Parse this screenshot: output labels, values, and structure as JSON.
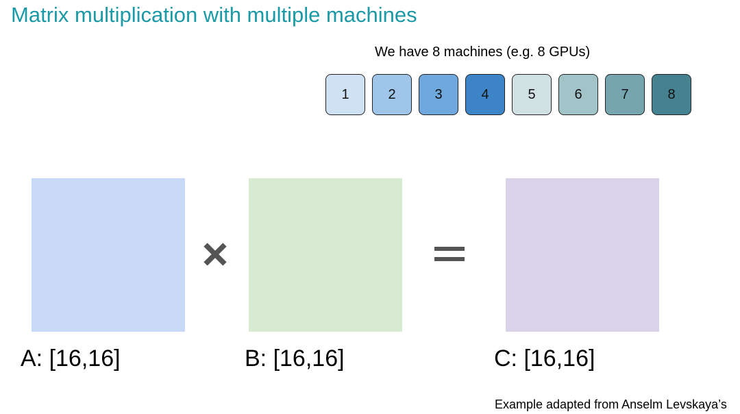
{
  "slide": {
    "title": "Matrix multiplication with multiple machines",
    "subtitle": "We have 8 machines (e.g. 8 GPUs)",
    "credit": "Example adapted from Anselm Levskaya’s"
  },
  "machines": [
    {
      "label": "1",
      "color": "#cfe2f3"
    },
    {
      "label": "2",
      "color": "#9fc5e8"
    },
    {
      "label": "3",
      "color": "#6fa8dc"
    },
    {
      "label": "4",
      "color": "#3d85c6"
    },
    {
      "label": "5",
      "color": "#d0e0e3"
    },
    {
      "label": "6",
      "color": "#a2c4c9"
    },
    {
      "label": "7",
      "color": "#76a5af"
    },
    {
      "label": "8",
      "color": "#45818e"
    }
  ],
  "matrices": [
    {
      "label": "A: [16,16]",
      "color": "#c9daf8"
    },
    {
      "label": "B: [16,16]",
      "color": "#d9ead3"
    },
    {
      "label": "C: [16,16]",
      "color": "#d9d2e9"
    }
  ],
  "operators": {
    "times_icon": "multiply-icon",
    "equals_icon": "equals-icon",
    "color": "#555555"
  }
}
